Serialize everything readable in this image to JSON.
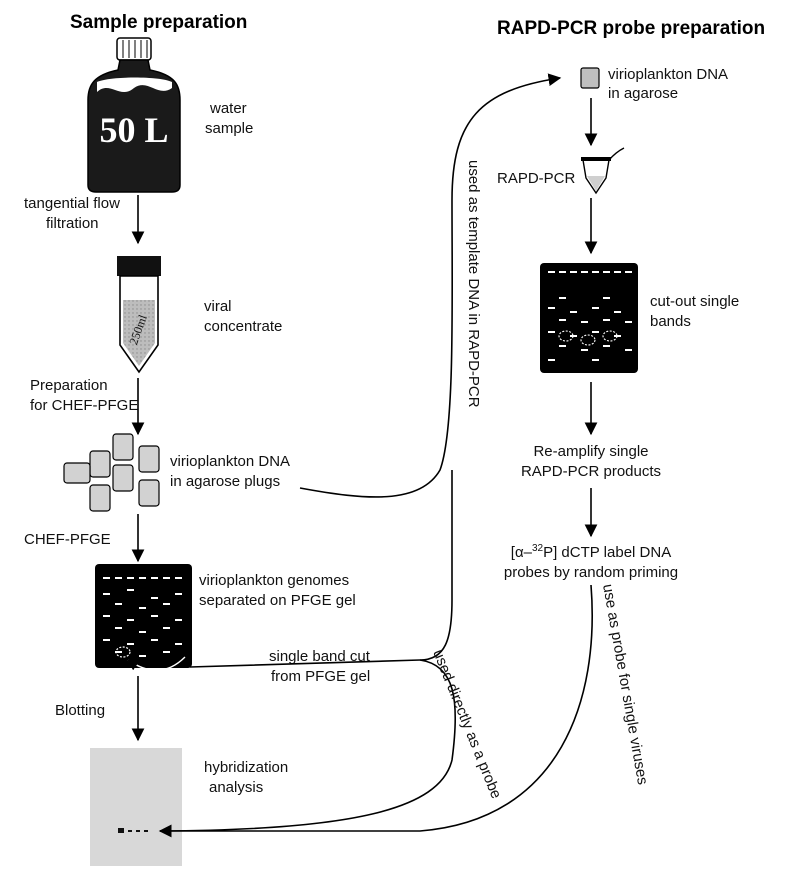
{
  "headings": {
    "left": "Sample preparation",
    "right": "RAPD-PCR probe preparation"
  },
  "left_flow": {
    "bottle_volume": "50 L",
    "water_sample": [
      "water",
      "sample"
    ],
    "tangential_flow": [
      "tangential flow",
      "filtration"
    ],
    "tube_volume": "250ml",
    "viral_concentrate": [
      "viral",
      "concentrate"
    ],
    "preparation": [
      "Preparation",
      "for CHEF-PFGE"
    ],
    "plugs_label": [
      "virioplankton DNA",
      "in agarose plugs"
    ],
    "chef_pfge": "CHEF-PFGE",
    "gel_label": [
      "virioplankton genomes",
      "separated on PFGE gel"
    ],
    "band_cut": [
      "single band cut",
      "from PFGE gel"
    ],
    "blotting": "Blotting",
    "hybridization": [
      "hybridization",
      "analysis"
    ]
  },
  "right_flow": {
    "dna_agarose": [
      "virioplankton DNA",
      "in agarose"
    ],
    "rapd_pcr": "RAPD-PCR",
    "cut_out": [
      "cut-out single",
      "bands"
    ],
    "reamplify": [
      "Re-amplify single",
      "RAPD-PCR products"
    ],
    "label_dna_pre": "[α–",
    "label_dna_sup": "32",
    "label_dna_post": "P] dCTP label DNA",
    "label_dna_line2": "probes by random priming"
  },
  "curve_labels": {
    "template": "used as template DNA in RAPD-PCR",
    "direct_probe": "used directly as a probe",
    "single_viruses": "use as probe for single viruses"
  }
}
